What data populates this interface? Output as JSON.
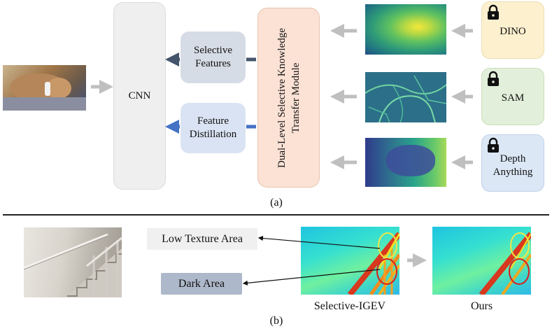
{
  "part_a": {
    "cnn_label": "CNN",
    "selective_features_label": "Selective Features",
    "feature_distillation_label": "Feature Distillation",
    "module_label": "Dual-Level Selective Knowledge Transfer Module",
    "foundation_models": [
      {
        "name": "DINO",
        "bg": "#fcf0cf"
      },
      {
        "name": "SAM",
        "bg": "#e2efda"
      },
      {
        "name": "Depth Anything",
        "bg": "#dbe7f5"
      }
    ],
    "caption": "(a)"
  },
  "part_b": {
    "low_texture_label": "Low Texture Area",
    "dark_area_label": "Dark Area",
    "baseline_caption": "Selective-IGEV",
    "ours_caption": "Ours",
    "caption": "(b)"
  },
  "colors": {
    "cnn_bg": "#efefef",
    "module_bg": "#fbe2d5",
    "selective_bg": "#d6dce5",
    "distill_bg": "#dae3f3",
    "low_texture_bg": "#f0f0f0",
    "dark_area_bg": "#adb9ca",
    "arrow_gray": "#bfbfbf",
    "arrow_dark": "#44546a",
    "arrow_blue": "#4472c4"
  }
}
